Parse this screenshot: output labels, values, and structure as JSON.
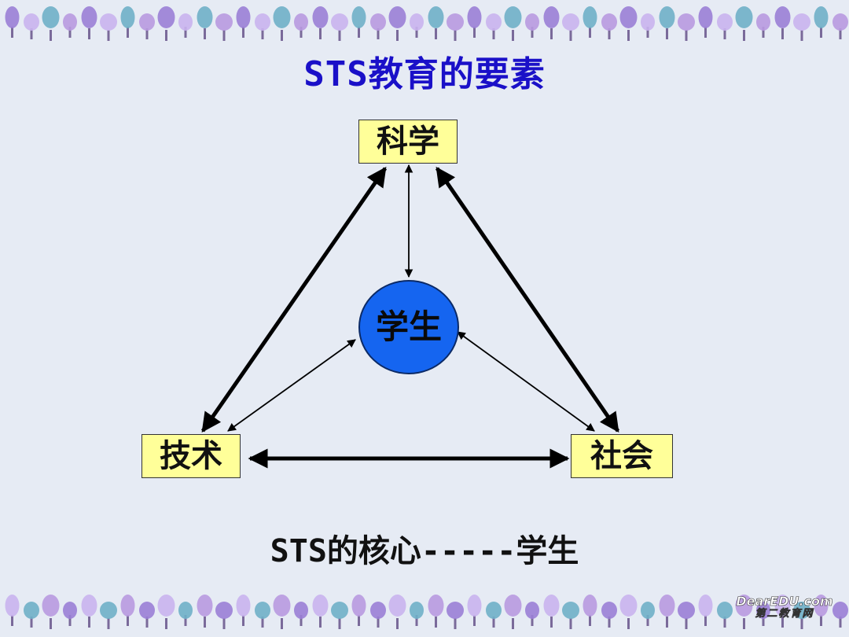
{
  "title": "STS教育的要素",
  "nodes": {
    "science": "科学",
    "technology": "技术",
    "society": "社会",
    "student": "学生"
  },
  "caption": "STS的核心-----学生",
  "logo": {
    "line1": "DearEDU.com",
    "line2": "第二教育网"
  },
  "colors": {
    "background": "#e6ebf4",
    "title": "#1a10c8",
    "box_fill": "#ffff99",
    "student_fill": "#1565f0",
    "arrow": "#000000",
    "border_trees": [
      "#9a7fd6",
      "#c9b4ee",
      "#6fb0c8",
      "#b89ae0"
    ]
  }
}
